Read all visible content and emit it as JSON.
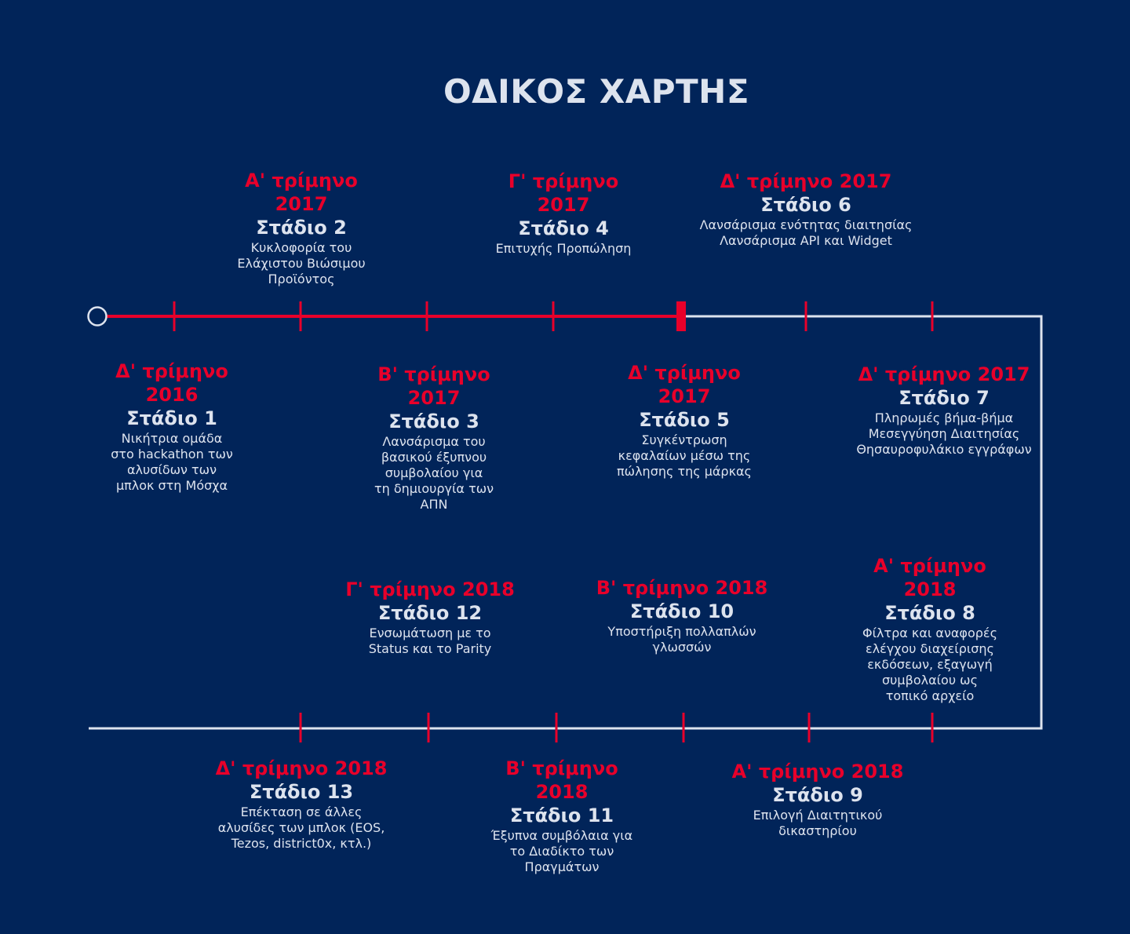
{
  "title": "ΟΔΙΚΟΣ ΧΑΡΤΗΣ",
  "colors": {
    "background": "#012459",
    "accent": "#e8002a",
    "text": "#dde3ee"
  },
  "stages": [
    {
      "quarter": [
        "Δ' τρίμηνο",
        "2016"
      ],
      "name": "Στάδιο 1",
      "desc": [
        "Νικήτρια ομάδα",
        "στο hackathon των",
        "αλυσίδων των",
        "μπλοκ στη Μόσχα"
      ]
    },
    {
      "quarter": [
        "Α' τρίμηνο",
        "2017"
      ],
      "name": "Στάδιο 2",
      "desc": [
        "Κυκλοφορία του",
        "Ελάχιστου Βιώσιμου",
        "Προϊόντος"
      ]
    },
    {
      "quarter": [
        "Β' τρίμηνο",
        "2017"
      ],
      "name": "Στάδιο 3",
      "desc": [
        "Λανσάρισμα του",
        "βασικού έξυπνου",
        "συμβολαίου για",
        "τη δημιουργία των",
        "ΑΠΝ"
      ]
    },
    {
      "quarter": [
        "Γ' τρίμηνο",
        "2017"
      ],
      "name": "Στάδιο 4",
      "desc": [
        "Επιτυχής Προπώληση"
      ]
    },
    {
      "quarter": [
        "Δ' τρίμηνο",
        "2017"
      ],
      "name": "Στάδιο 5",
      "desc": [
        "Συγκέντρωση",
        "κεφαλαίων μέσω της",
        "πώλησης της μάρκας"
      ]
    },
    {
      "quarter": [
        "Δ' τρίμηνο 2017"
      ],
      "name": "Στάδιο 6",
      "desc": [
        "Λανσάρισμα ενότητας διαιτησίας",
        "Λανσάρισμα API και Widget"
      ]
    },
    {
      "quarter": [
        "Δ' τρίμηνο 2017"
      ],
      "name": "Στάδιο 7",
      "desc": [
        "Πληρωμές βήμα-βήμα",
        "Μεσεγγύηση Διαιτησίας",
        "Θησαυροφυλάκιο εγγράφων"
      ]
    },
    {
      "quarter": [
        "Α' τρίμηνο",
        "2018"
      ],
      "name": "Στάδιο 8",
      "desc": [
        "Φίλτρα και αναφορές",
        "ελέγχου διαχείρισης",
        "εκδόσεων, εξαγωγή",
        "συμβολαίου ως",
        "τοπικό αρχείο"
      ]
    },
    {
      "quarter": [
        "Α' τρίμηνο 2018"
      ],
      "name": "Στάδιο 9",
      "desc": [
        "Επιλογή Διαιτητικού",
        "δικαστηρίου"
      ]
    },
    {
      "quarter": [
        "Β' τρίμηνο 2018"
      ],
      "name": "Στάδιο 10",
      "desc": [
        "Υποστήριξη πολλαπλών",
        "γλωσσών"
      ]
    },
    {
      "quarter": [
        "Β' τρίμηνο",
        "2018"
      ],
      "name": "Στάδιο 11",
      "desc": [
        "Έξυπνα συμβόλαια για",
        "το Διαδίκτο των",
        "Πραγμάτων"
      ]
    },
    {
      "quarter": [
        "Γ' τρίμηνο 2018"
      ],
      "name": "Στάδιο 12",
      "desc": [
        "Ενσωμάτωση με το",
        "Status και το Parity"
      ]
    },
    {
      "quarter": [
        "Δ' τρίμηνο 2018"
      ],
      "name": "Στάδιο 13",
      "desc": [
        "Επέκταση σε άλλες",
        "αλυσίδες των μπλοκ (EOS,",
        "Tezos, district0x, κτλ.)"
      ]
    }
  ]
}
